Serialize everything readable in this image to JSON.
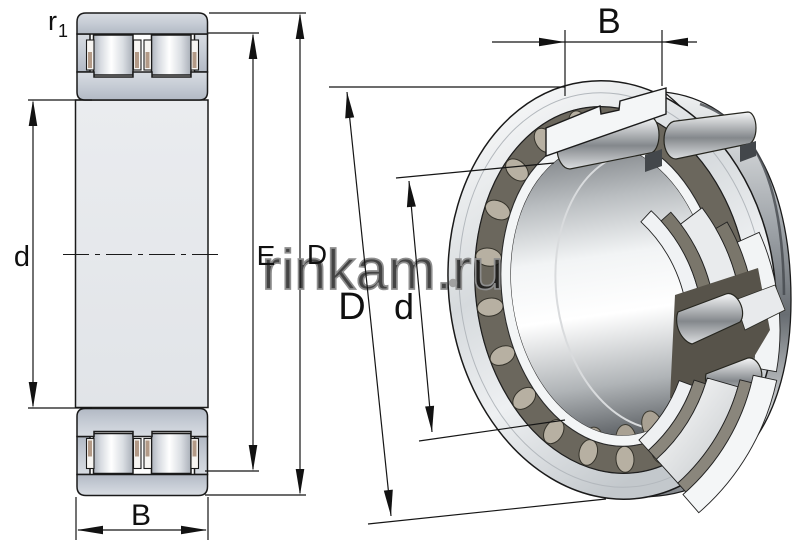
{
  "title": "Double-row cylindrical roller bearing dimension drawing",
  "watermark": {
    "text": "rinkam.ru"
  },
  "colors": {
    "line": "#1a1a1a",
    "steel_light": "#eceef0",
    "steel_band": "#c6ccd5",
    "cage_dark": "#6b675d",
    "roller_tan": "#b7b0a2",
    "watermark_stroke": "#8e8e8e",
    "background": "#ffffff"
  },
  "left_view": {
    "name": "cross-section view",
    "labels": {
      "corner_radius": "r",
      "corner_radius_sub": "1",
      "bore_diameter": "d",
      "raceway_diameter": "E",
      "outer_diameter": "D",
      "width": "B"
    }
  },
  "right_view": {
    "name": "isometric cutaway view",
    "labels": {
      "width": "B",
      "outer_diameter": "D",
      "bore_diameter": "d"
    }
  }
}
